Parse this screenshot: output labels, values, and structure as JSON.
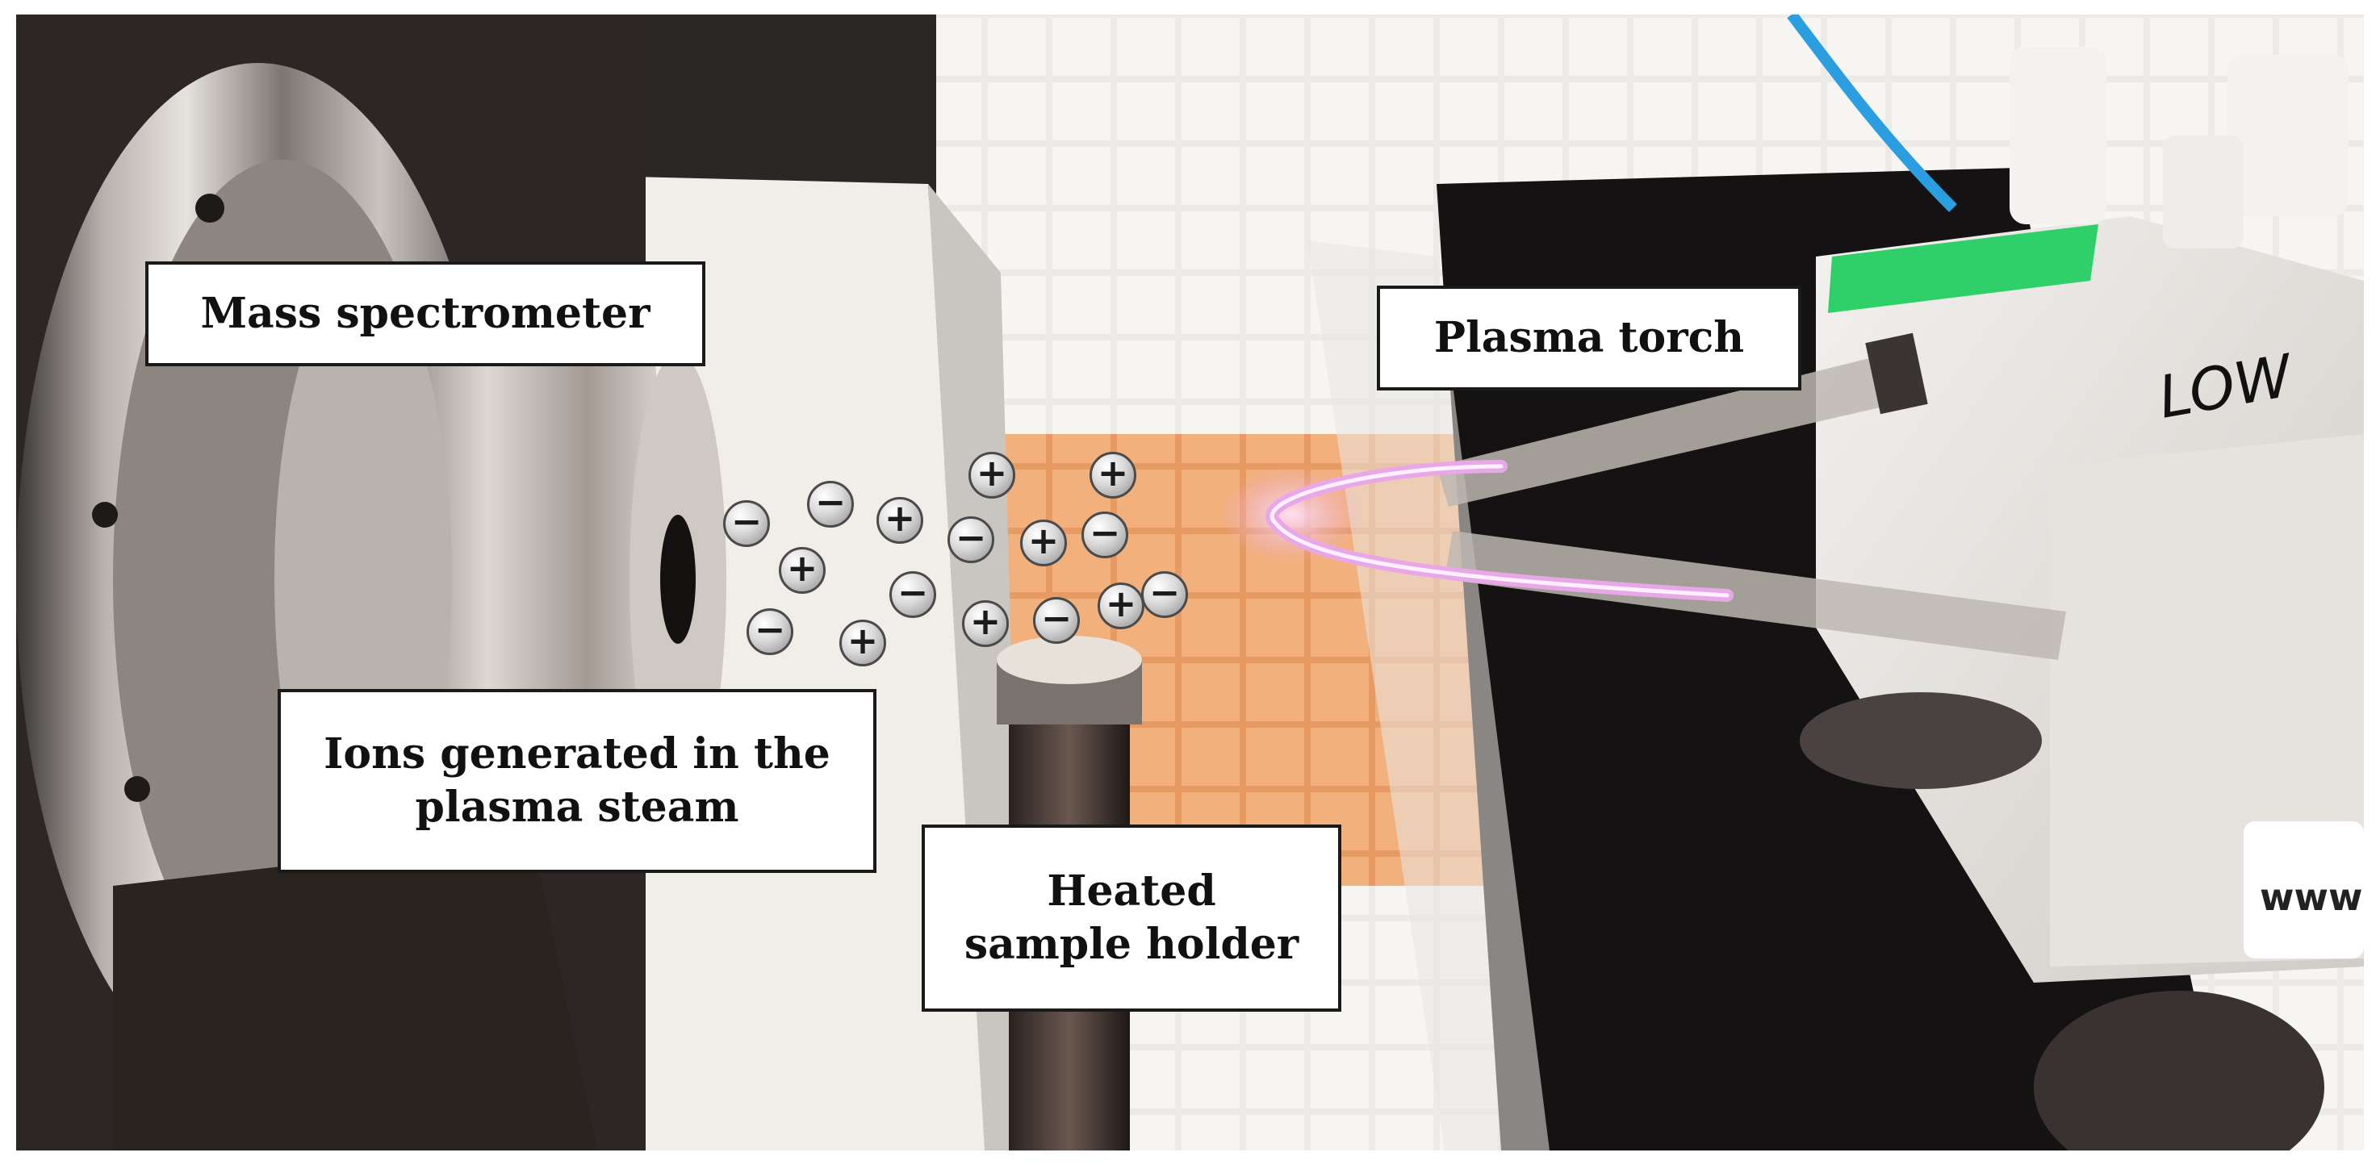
{
  "labels": {
    "mass_spectrometer": "Mass spectrometer",
    "plasma_torch": "Plasma torch",
    "ions_line1": "Ions generated in the",
    "ions_line2": "plasma steam",
    "holder_line1": "Heated",
    "holder_line2": "sample holder"
  },
  "photo_text": {
    "device_marking": "LOW",
    "sticker_partial": "www"
  },
  "ions": [
    {
      "charge": "negative",
      "symbol": "−"
    },
    {
      "charge": "negative",
      "symbol": "−"
    },
    {
      "charge": "positive",
      "symbol": "+"
    },
    {
      "charge": "positive",
      "symbol": "+"
    },
    {
      "charge": "positive",
      "symbol": "+"
    },
    {
      "charge": "negative",
      "symbol": "−"
    },
    {
      "charge": "positive",
      "symbol": "+"
    },
    {
      "charge": "negative",
      "symbol": "−"
    },
    {
      "charge": "positive",
      "symbol": "+"
    },
    {
      "charge": "negative",
      "symbol": "−"
    },
    {
      "charge": "negative",
      "symbol": "−"
    },
    {
      "charge": "positive",
      "symbol": "+"
    },
    {
      "charge": "positive",
      "symbol": "+"
    },
    {
      "charge": "negative",
      "symbol": "−"
    },
    {
      "charge": "positive",
      "symbol": "+"
    },
    {
      "charge": "negative",
      "symbol": "−"
    }
  ],
  "colors": {
    "plasma": "#e8a8e8",
    "label_border": "#1a1a1a",
    "tape_green": "#2fd06a",
    "orange_tiles": "#e8a070"
  }
}
